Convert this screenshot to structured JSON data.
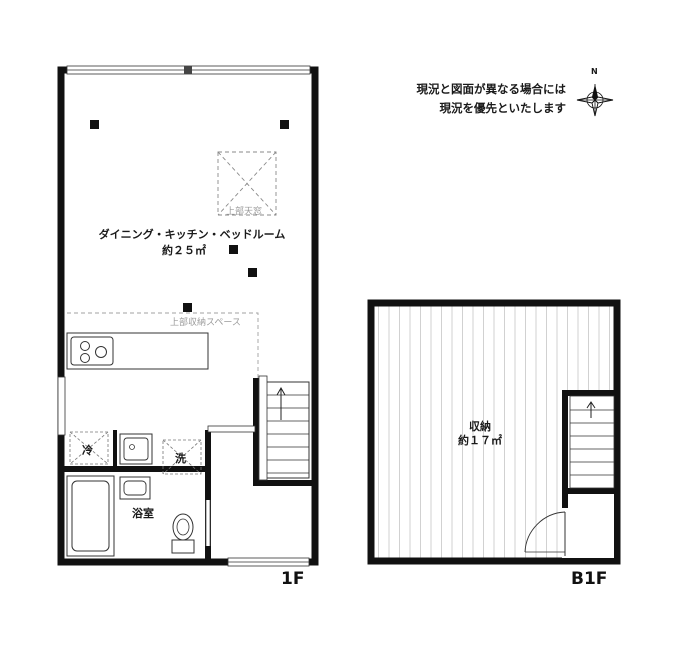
{
  "notice": {
    "line1": "現況と図面が異なる場合には",
    "line2": "現況を優先といたします"
  },
  "compass": {
    "north_label": "N"
  },
  "floors": {
    "f1": {
      "label": "1F",
      "main_room": {
        "name": "ダイニング・キッチン・ベッドルーム",
        "area": "約２５㎡"
      },
      "skylight_label": "上部天窓",
      "upper_storage_label": "上部収納スペース",
      "fridge_label": "冷",
      "washer_label": "洗",
      "bath_label": "浴室"
    },
    "b1": {
      "label": "B1F",
      "storage": {
        "name": "収納",
        "area": "約１７㎡"
      }
    }
  }
}
